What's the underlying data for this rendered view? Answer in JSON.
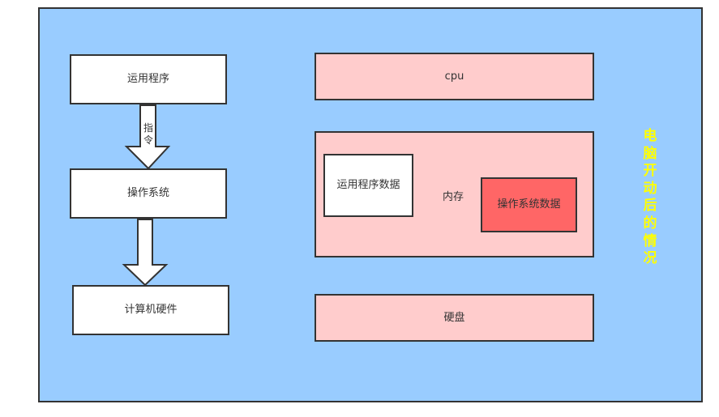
{
  "left_stack": {
    "app": "运用程序",
    "instruction": "指令",
    "os": "操作系统",
    "hardware": "计算机硬件"
  },
  "right_stack": {
    "cpu": "cpu",
    "memory": {
      "label": "内存",
      "app_data": "运用程序数据",
      "os_data": "操作系统数据"
    },
    "disk": "硬盘"
  },
  "side_title": "电脑开动后的情况",
  "colors": {
    "background": "#99ccff",
    "white_box": "#ffffff",
    "pink_box": "#ffcccc",
    "red_box": "#ff6666",
    "title_text": "#ffff00"
  }
}
